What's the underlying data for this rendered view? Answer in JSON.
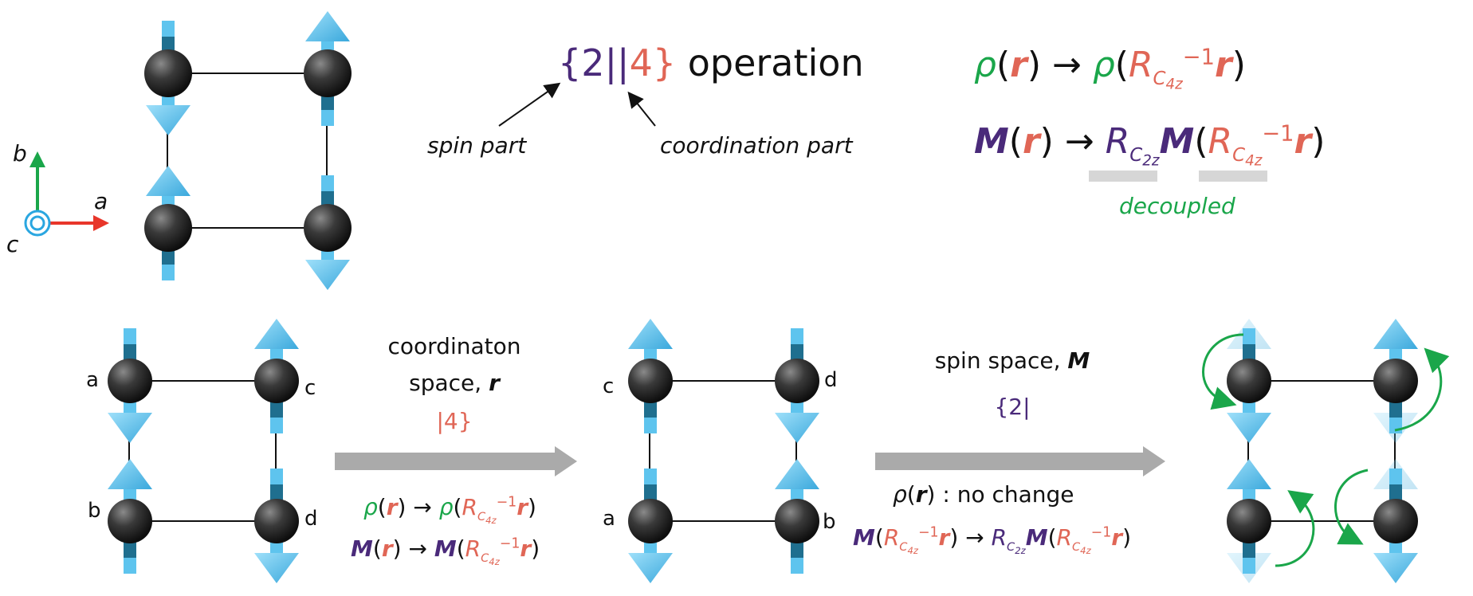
{
  "title": {
    "open": "{",
    "spin": "2",
    "sep": "||",
    "coord": "4",
    "close": "}",
    "word": "operation"
  },
  "labels": {
    "spin_part": "spin part",
    "coordination_part": "coordination part",
    "decoupled": "decoupled"
  },
  "axes": {
    "a": "a",
    "b": "b",
    "c": "c"
  },
  "eq1": {
    "lhs_f": "ρ",
    "rhs_f": "ρ",
    "open": "(",
    "close": ")",
    "r": "r",
    "arrow": "→",
    "R": "R",
    "sub_c": "C",
    "sub_n": "4z",
    "inv": "−1"
  },
  "eq2": {
    "lhs_f": "M",
    "rhs_f": "M",
    "open": "(",
    "close": ")",
    "r": "r",
    "arrow": "→",
    "R": "R",
    "sub_c2": "C",
    "sub_n2": "2z",
    "sub_c": "C",
    "sub_n": "4z",
    "inv": "−1"
  },
  "step1": {
    "line1": "coordinaton",
    "line2": "space,",
    "r": "r",
    "op": "|4}"
  },
  "step2": {
    "line1": "spin space,",
    "M": "M",
    "op": "{2|"
  },
  "step1_eqs": {
    "rho": "ρ",
    "M": "M",
    "r": "r",
    "arrow": "→",
    "R": "R",
    "sub_c": "C",
    "sub_n": "4z",
    "inv": "−1",
    "open": "(",
    "close": ")"
  },
  "step2_eqs": {
    "rho": "ρ",
    "nochange": ": no change",
    "M": "M",
    "r": "r",
    "arrow": "→",
    "R": "R",
    "sub_c": "C",
    "sub_n": "4z",
    "sub_c2": "C",
    "sub_n2": "2z",
    "inv": "−1",
    "open": "(",
    "close": ")"
  },
  "nodes1": {
    "tl": "a",
    "tr": "c",
    "bl": "b",
    "br": "d"
  },
  "nodes2": {
    "tl": "c",
    "tr": "d",
    "bl": "a",
    "br": "b"
  },
  "colors": {
    "purple": "#4a2a7a",
    "salmon": "#e06656",
    "green": "#1aa64a",
    "arrow_gray": "#aaaaaa",
    "spin_blue": "#5ec4ee",
    "atom": "#2a2a2a"
  }
}
